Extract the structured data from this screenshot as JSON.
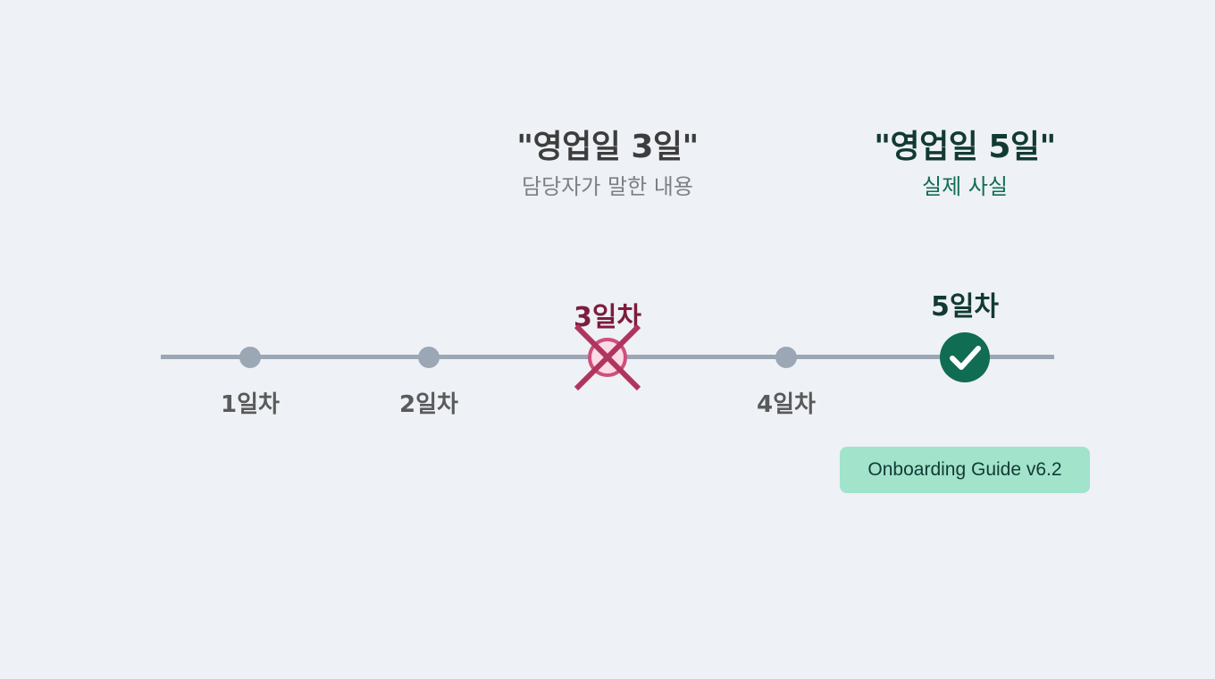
{
  "claims": {
    "said": {
      "quote": "\"영업일 3일\"",
      "caption": "담당자가 말한 내용"
    },
    "fact": {
      "quote": "\"영업일 5일\"",
      "caption": "실제 사실"
    }
  },
  "timeline": {
    "days": [
      {
        "label": "1일차",
        "status": "neutral"
      },
      {
        "label": "2일차",
        "status": "neutral"
      },
      {
        "label": "3일차",
        "status": "wrong",
        "icon": "cross-icon"
      },
      {
        "label": "4일차",
        "status": "neutral"
      },
      {
        "label": "5일차",
        "status": "correct",
        "icon": "check-icon"
      }
    ]
  },
  "badge": {
    "text": "Onboarding Guide v6.2"
  },
  "colors": {
    "background": "#eef1f6",
    "track": "#9ba7b4",
    "wrong": "#b0355e",
    "wrong_fill": "#fbdce6",
    "correct": "#106c52",
    "badge_bg": "#a2e3cc"
  }
}
